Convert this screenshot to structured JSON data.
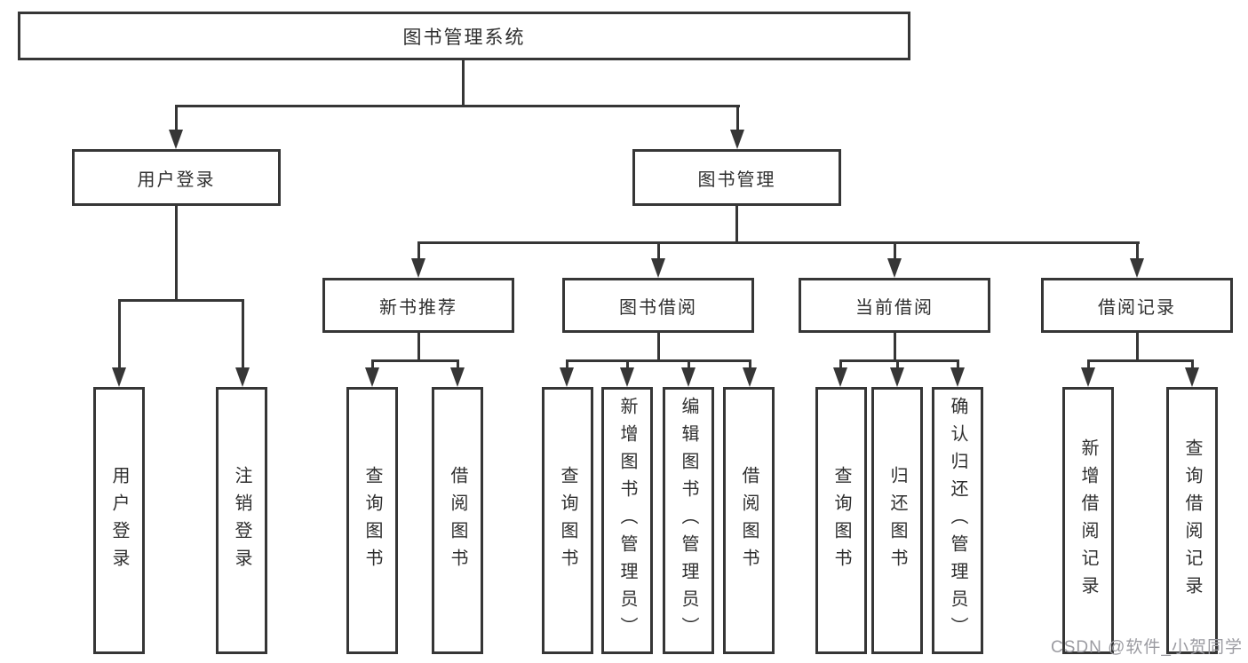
{
  "tree": {
    "root": "图书管理系统",
    "children": [
      {
        "label": "用户登录",
        "children": [
          "用户登录",
          "注销登录"
        ]
      },
      {
        "label": "图书管理",
        "children": [
          {
            "label": "新书推荐",
            "children": [
              "查询图书",
              "借阅图书"
            ]
          },
          {
            "label": "图书借阅",
            "children": [
              "查询图书",
              "新增图书（管理员）",
              "编辑图书（管理员）",
              "借阅图书"
            ]
          },
          {
            "label": "当前借阅",
            "children": [
              "查询图书",
              "归还图书",
              "确认归还（管理员）"
            ]
          },
          {
            "label": "借阅记录",
            "children": [
              "新增借阅记录",
              "查询借阅记录"
            ]
          }
        ]
      }
    ]
  },
  "watermark": {
    "text": "CSDN @软件_小贺同学"
  },
  "colors": {
    "line": "#363636",
    "text": "#2f2f2f",
    "watermark": "#9b9ba1",
    "background": "#ffffff"
  }
}
